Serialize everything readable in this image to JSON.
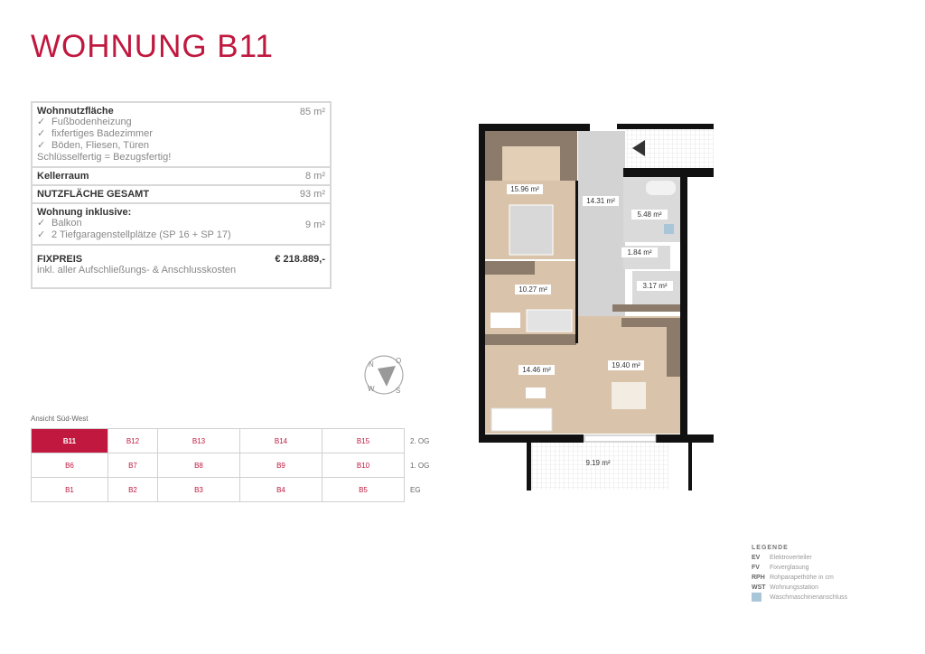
{
  "title": "WOHNUNG B11",
  "info": {
    "wohnnutzflaeche": {
      "label": "Wohnnutzfläche",
      "value": "85 m²",
      "features": [
        "Fußbodenheizung",
        "fixfertiges Badezimmer",
        "Böden, Fliesen, Türen"
      ],
      "note": "Schlüsselfertig = Bezugsfertig!"
    },
    "kellerraum": {
      "label": "Kellerraum",
      "value": "8 m²"
    },
    "gesamt": {
      "label": "NUTZFLÄCHE GESAMT",
      "value": "93 m²"
    },
    "inklusive": {
      "label": "Wohnung inklusive:",
      "items": [
        "Balkon",
        "2 Tiefgaragenstellplätze (SP 16 + SP 17)"
      ],
      "balkon_value": "9 m²"
    },
    "fixpreis": {
      "label": "FIXPREIS",
      "value": "€ 218.889,-",
      "note": "inkl. aller Aufschließungs- & Anschlusskosten"
    },
    "check_icon": "✓"
  },
  "compass": {
    "n": "N",
    "o": "O",
    "s": "S",
    "w": "W"
  },
  "view": {
    "label": "Ansicht Süd-West",
    "rows": [
      {
        "floor": "2. OG",
        "units": [
          "B11",
          "B12",
          "B13",
          "B14",
          "B15"
        ]
      },
      {
        "floor": "1. OG",
        "units": [
          "B6",
          "B7",
          "B8",
          "B9",
          "B10"
        ]
      },
      {
        "floor": "EG",
        "units": [
          "B1",
          "B2",
          "B3",
          "B4",
          "B5"
        ]
      }
    ],
    "active": "B11"
  },
  "floorplan": {
    "rooms": [
      "15.96 m²",
      "14.31 m²",
      "5.48 m²",
      "1.84 m²",
      "3.17 m²",
      "10.27 m²",
      "14.46 m²",
      "19.40 m²",
      "9.19 m²"
    ]
  },
  "legend": {
    "title": "LEGENDE",
    "items": [
      {
        "key": "EV",
        "text": "Elektroverteiler"
      },
      {
        "key": "FV",
        "text": "Fixverglasung"
      },
      {
        "key": "RPH",
        "text": "Rohparapethöhe in cm"
      },
      {
        "key": "WST",
        "text": "Wohnungsstation"
      }
    ],
    "washer": "Waschmaschinenanschluss"
  },
  "colors": {
    "accent": "#c0183f",
    "room": "#d9c4ab",
    "hall": "#d3d3d3",
    "wall": "#111111"
  }
}
